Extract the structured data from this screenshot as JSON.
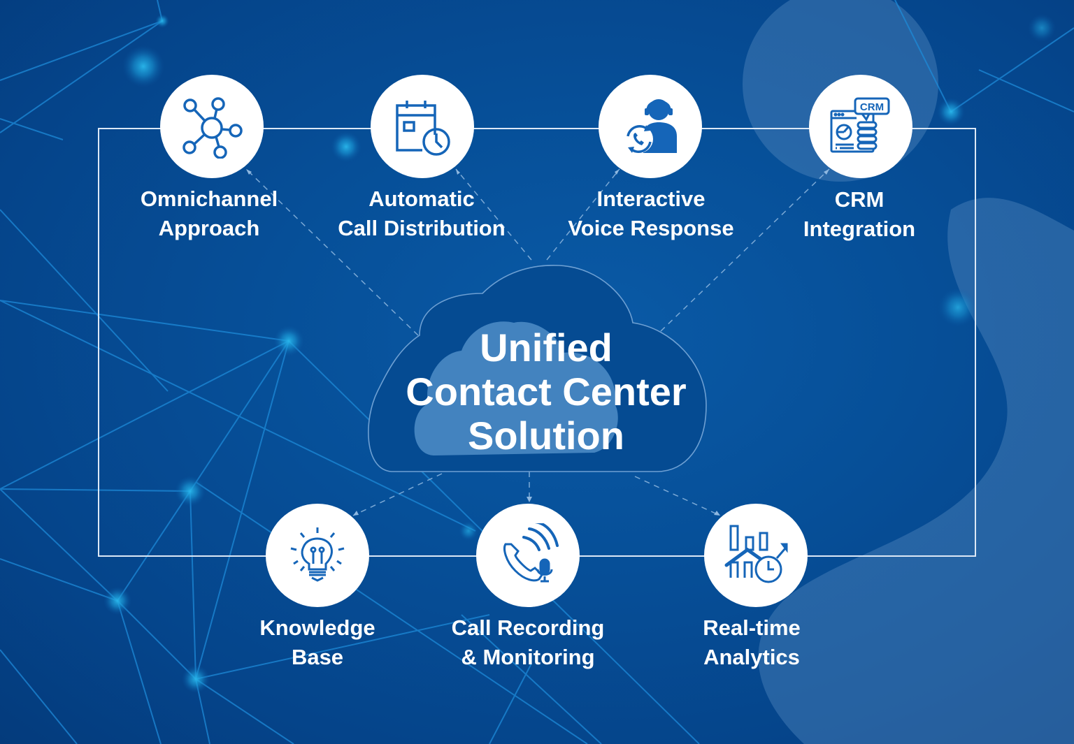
{
  "diagram": {
    "title_lines": [
      "Unified",
      "Contact Center",
      "Solution"
    ],
    "center_shape": "cloud-icon",
    "colors": {
      "background": "#05488e",
      "icon_stroke": "#1565b8",
      "node_fill": "#ffffff",
      "text": "#ffffff",
      "frame_line": "#dce8f6",
      "cloud_fill": "#4a8ac4"
    },
    "features_top": [
      {
        "label_lines": [
          "Omnichannel",
          "Approach"
        ],
        "icon": "network-hub-icon"
      },
      {
        "label_lines": [
          "Automatic",
          "Call Distribution"
        ],
        "icon": "calendar-clock-icon"
      },
      {
        "label_lines": [
          "Interactive",
          "Voice Response"
        ],
        "icon": "agent-headset-phone-icon"
      },
      {
        "label_lines": [
          "CRM",
          "Integration"
        ],
        "icon": "crm-dashboard-icon",
        "icon_text": "CRM"
      }
    ],
    "features_bottom": [
      {
        "label_lines": [
          "Knowledge",
          "Base"
        ],
        "icon": "lightbulb-icon"
      },
      {
        "label_lines": [
          "Call Recording",
          "& Monitoring"
        ],
        "icon": "phone-microphone-icon"
      },
      {
        "label_lines": [
          "Real-time",
          "Analytics"
        ],
        "icon": "analytics-chart-clock-icon"
      }
    ]
  }
}
